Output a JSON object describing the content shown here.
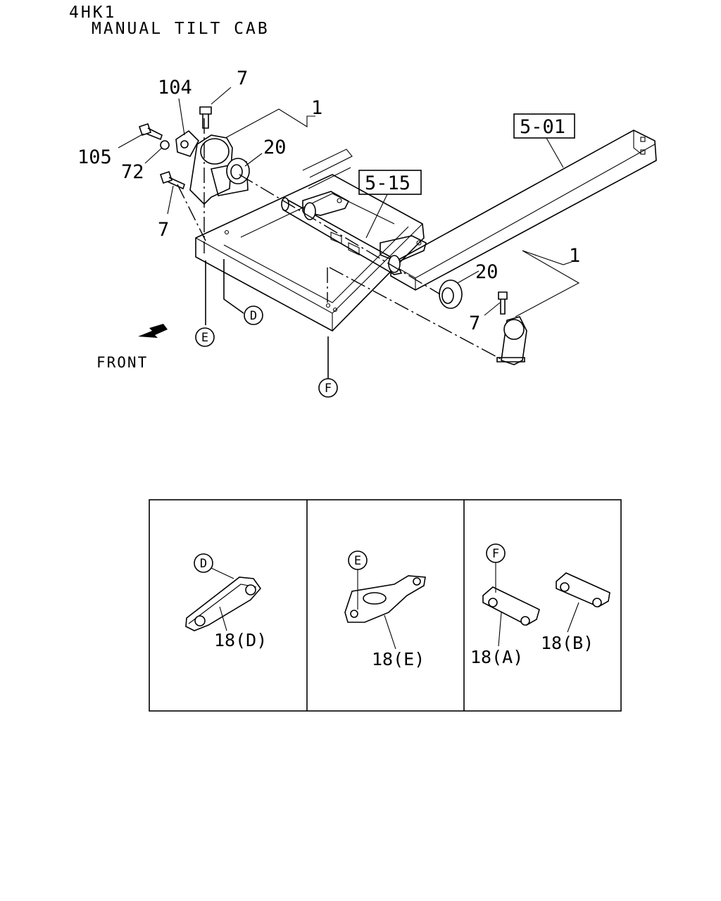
{
  "header": {
    "model": "4HK1",
    "subtitle": "MANUAL TILT CAB"
  },
  "callouts": {
    "c7a": "7",
    "c104": "104",
    "c1a": "1",
    "c105": "105",
    "c72": "72",
    "c20a": "20",
    "c7b": "7",
    "c20b": "20",
    "c1b": "1",
    "c7c": "7"
  },
  "ref_boxes": {
    "frame": "5-01",
    "shaft": "5-15"
  },
  "direction": {
    "label": "FRONT"
  },
  "circle_refs": {
    "d": "D",
    "e": "E",
    "f": "F"
  },
  "details": [
    {
      "ref": "D",
      "part": "18(D)"
    },
    {
      "ref": "E",
      "part": "18(E)"
    },
    {
      "ref": "F",
      "part_a": "18(A)",
      "part_b": "18(B)"
    }
  ],
  "icons": {
    "front_arrow": "arrow-front-icon"
  }
}
